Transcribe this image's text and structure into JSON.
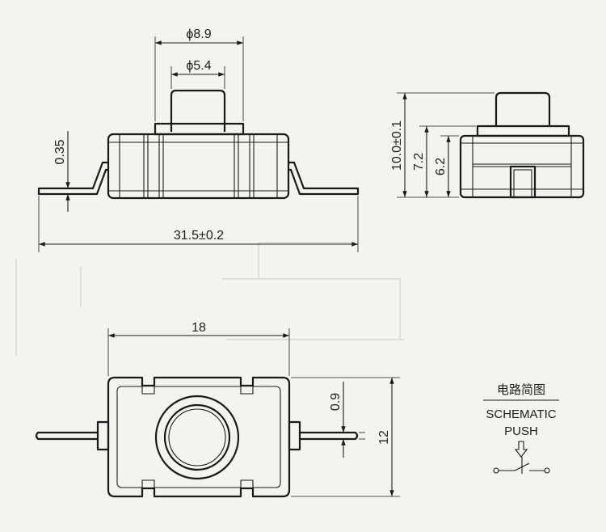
{
  "dimensions": {
    "cap_outer_dia": "ϕ8.9",
    "cap_inner_dia": "ϕ5.4",
    "terminal_thickness": "0.35",
    "overall_length": "31.5±0.2",
    "total_height": "10.0±0.1",
    "body_height": "7.2",
    "housing_height": "6.2",
    "body_length": "18",
    "terminal_offset": "0.9",
    "body_width": "12"
  },
  "schematic": {
    "title_cn": "电路简图",
    "title_en": "SCHEMATIC",
    "subtitle": "PUSH"
  },
  "colors": {
    "paper": "#f4f3ef",
    "ink": "#1a1a1a"
  }
}
